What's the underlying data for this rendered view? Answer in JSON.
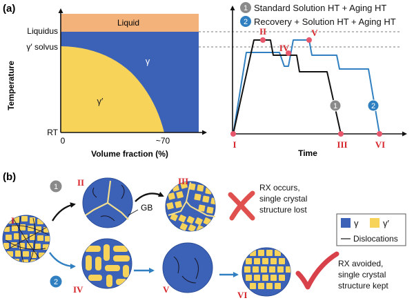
{
  "panel_a": {
    "tag": "(a)",
    "phase_diagram": {
      "y_axis_label": "Temperature",
      "x_axis_label": "Volume fraction (%)",
      "y_ticks": [
        "Liquidus",
        "γ′ solvus",
        "RT"
      ],
      "x_ticks": [
        "0",
        "~70"
      ],
      "regions": [
        "Liquid",
        "γ",
        "γ′"
      ],
      "colors": {
        "liquid": "#f3b27a",
        "gamma": "#3c62b8",
        "gamma_prime": "#f8d35a"
      }
    },
    "heat_treatment": {
      "x_axis_label": "Time",
      "legend": [
        {
          "badge": "1",
          "text": "Standard Solution HT + Aging HT",
          "color": "#8a8a8a"
        },
        {
          "badge": "2",
          "text": "Recovery + Solution HT + Aging HT",
          "color": "#2f7fc1"
        }
      ],
      "curve_colors": {
        "route1": "#111111",
        "route2": "#2f7fc1",
        "points": "#e8566c"
      },
      "point_labels": [
        "I",
        "II",
        "IV",
        "V",
        "III",
        "VI"
      ],
      "curve_badges": [
        "1",
        "2"
      ]
    }
  },
  "panel_b": {
    "tag": "(b)",
    "route_badges": [
      "1",
      "2"
    ],
    "stage_labels": [
      "I",
      "II",
      "III",
      "IV",
      "V",
      "VI"
    ],
    "gb_label": "GB",
    "outcomes": {
      "route1": [
        "RX occurs,",
        "single crystal",
        "structure lost"
      ],
      "route2": [
        "RX avoided,",
        "single crystal",
        "structure kept"
      ]
    },
    "legend": {
      "gamma": "γ",
      "gamma_prime": "γ′",
      "dislocations": "Dislocations"
    },
    "colors": {
      "cross": "#e0504f",
      "check": "#d9414a",
      "arrow_route1": "#111111",
      "arrow_route2": "#2f7fc1"
    }
  }
}
